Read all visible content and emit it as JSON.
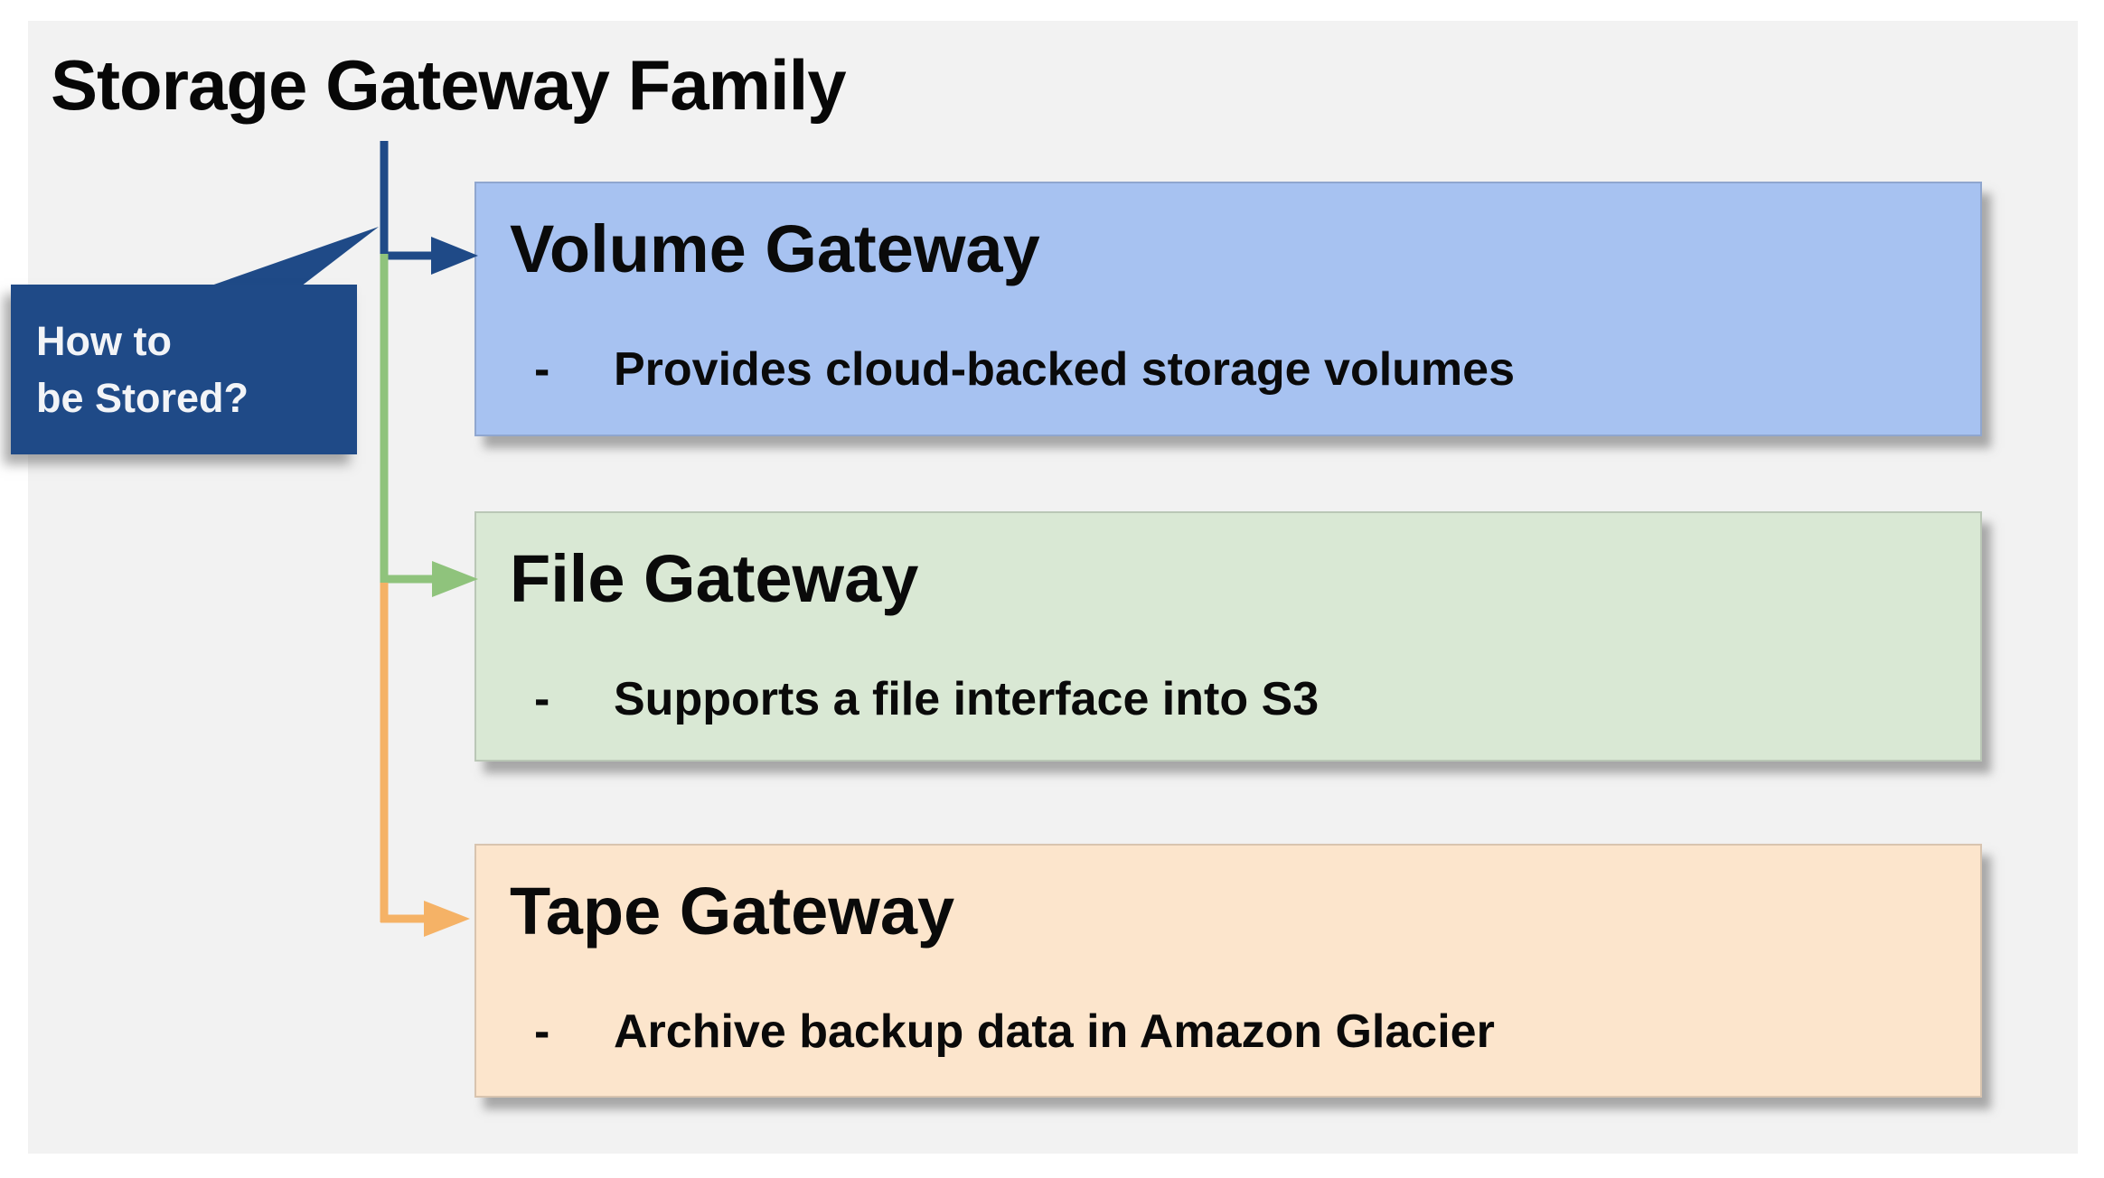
{
  "title": "Storage Gateway Family",
  "callout": {
    "line1": "How to",
    "line2": "be Stored?"
  },
  "boxes": [
    {
      "id": "volume-gateway",
      "title": "Volume Gateway",
      "bullet_marker": "-",
      "bullet": "Provides cloud-backed storage volumes",
      "fill": "#A7C2F1"
    },
    {
      "id": "file-gateway",
      "title": "File Gateway",
      "bullet_marker": "-",
      "bullet": "Supports a file interface into S3",
      "fill": "#D9E8D4"
    },
    {
      "id": "tape-gateway",
      "title": "Tape Gateway",
      "bullet_marker": "-",
      "bullet": "Archive backup data in Amazon Glacier",
      "fill": "#FCE5CC"
    }
  ],
  "colors": {
    "page_bg": "#FFFFFF",
    "canvas_bg": "#F2F2F2",
    "callout_bg": "#1F4A87",
    "callout_text": "#F2F4F7",
    "connector_navy": "#1F4A87",
    "connector_green": "#8FC37C",
    "connector_orange": "#F5B266",
    "text": "#0A0A0A"
  }
}
